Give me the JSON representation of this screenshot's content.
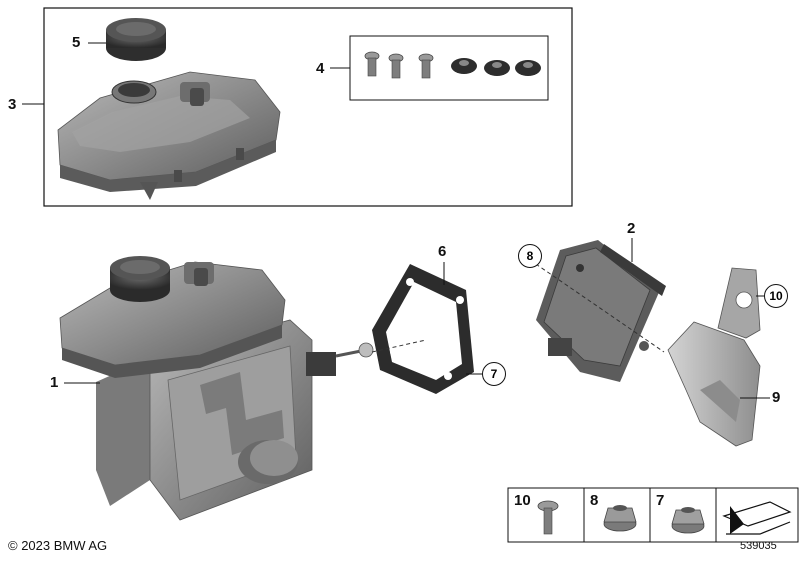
{
  "diagram": {
    "callouts": {
      "c1": "1",
      "c2": "2",
      "c3": "3",
      "c4": "4",
      "c5": "5",
      "c6": "6",
      "c7": "7",
      "c8": "8",
      "c9": "9",
      "c10": "10"
    },
    "hardware_box": {
      "items": [
        "10",
        "8",
        "7"
      ]
    },
    "copyright": "© 2023 BMW AG",
    "reference_number": "539035"
  },
  "colors": {
    "part_gray": "#8a8a8a",
    "part_dark": "#4a4a4a",
    "part_light": "#b5b5b5",
    "line": "#111111"
  }
}
